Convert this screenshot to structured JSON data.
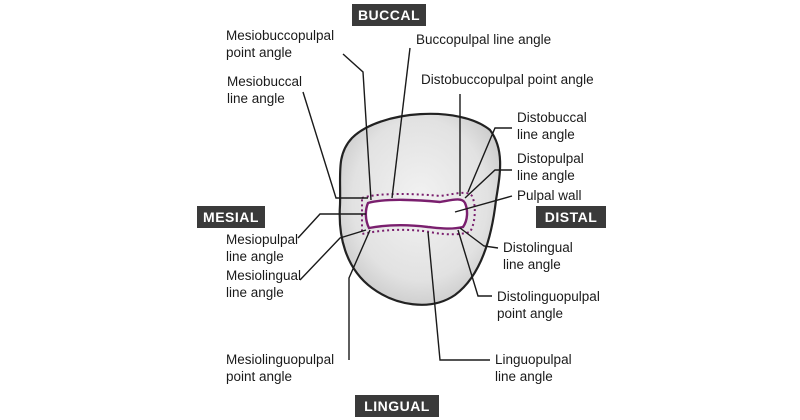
{
  "directions": {
    "buccal": "BUCCAL",
    "lingual": "LINGUAL",
    "mesial": "MESIAL",
    "distal": "DISTAL"
  },
  "labels": {
    "mesiobuccopulpal": [
      "Mesiobuccopulpal",
      "point angle"
    ],
    "buccopulpal": [
      "Buccopulpal line angle"
    ],
    "mesiobuccal": [
      "Mesiobuccal",
      "line angle"
    ],
    "distobuccopulpal": [
      "Distobuccopulpal point angle"
    ],
    "distobuccal": [
      "Distobuccal",
      "line angle"
    ],
    "distopulpal": [
      "Distopulpal",
      "line angle"
    ],
    "pulpal_wall": [
      "Pulpal wall"
    ],
    "mesiopulpal": [
      "Mesiopulpal",
      "line angle"
    ],
    "mesiolingual": [
      "Mesiolingual",
      "line angle"
    ],
    "distolingual": [
      "Distolingual",
      "line angle"
    ],
    "distolinguopulpal": [
      "Distolinguopulpal",
      "point angle"
    ],
    "mesiolinguopulpal": [
      "Mesiolinguopulpal",
      "point angle"
    ],
    "linguopulpal": [
      "Linguopulpal",
      "line angle"
    ]
  },
  "colors": {
    "label_bg": "#3a3a3a",
    "cavity_outline": "#7a1f6e",
    "tooth_fill": "#e6e6e6",
    "tooth_stroke": "#222222"
  }
}
